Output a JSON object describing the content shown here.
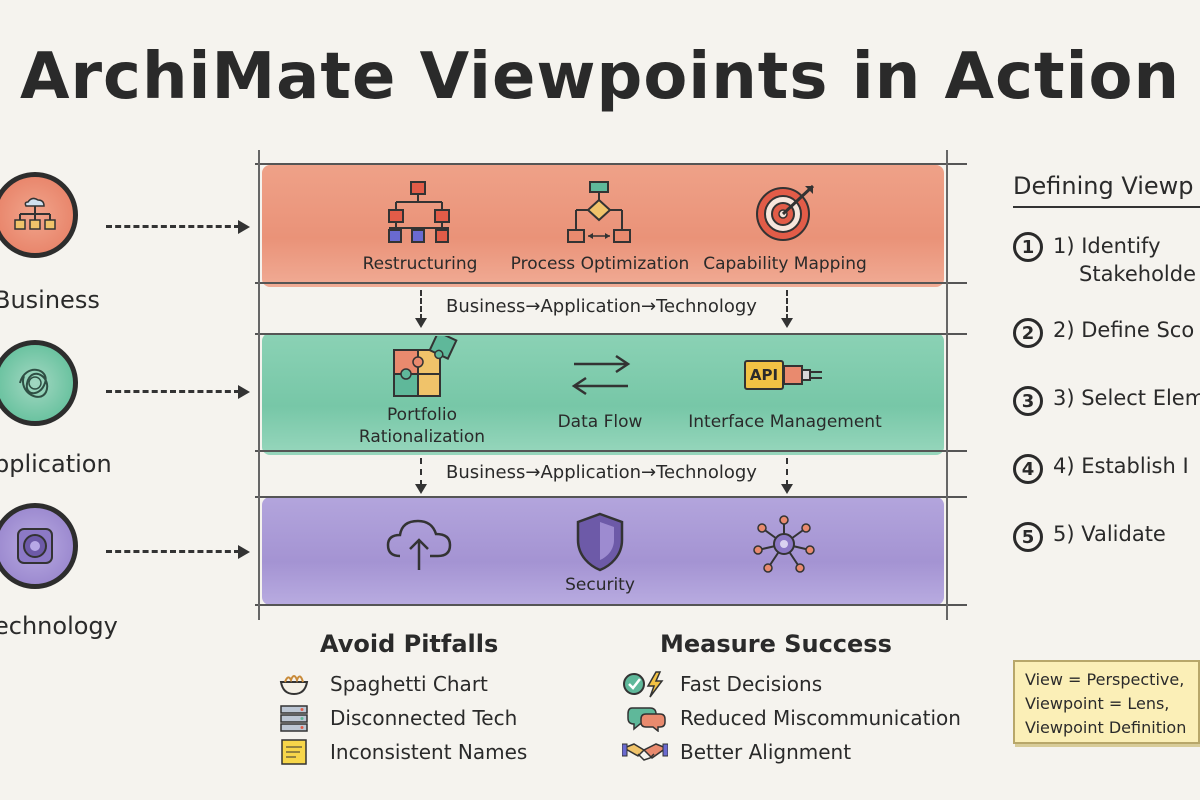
{
  "title": "ArchiMate Viewpoints in Action",
  "layers": [
    {
      "label": "Business",
      "color": "#e9876d"
    },
    {
      "label": "pplication",
      "color": "#6cc3a1"
    },
    {
      "label": "echnology",
      "color": "#9d8bd0"
    }
  ],
  "bands": {
    "business": {
      "items": [
        "Restructuring",
        "Process Optimization",
        "Capability Mapping"
      ],
      "icons": [
        "org-chart-icon",
        "flowchart-icon",
        "target-icon"
      ]
    },
    "application": {
      "items": [
        "Portfolio Rationalization",
        "Data Flow",
        "Interface Management"
      ],
      "item_lines": [
        [
          "Portfolio",
          "Rationalization"
        ]
      ],
      "icons": [
        "puzzle-icon",
        "swap-arrows-icon",
        "api-plug-icon"
      ],
      "api_text": "API"
    },
    "technology": {
      "items": [
        "Security"
      ],
      "icons": [
        "cloud-upload-icon",
        "shield-icon",
        "network-hub-icon"
      ]
    }
  },
  "flows": [
    "Business→Application→Technology",
    "Business→Application→Technology"
  ],
  "pitfalls": {
    "heading": "Avoid Pitfalls",
    "items": [
      {
        "text": "Spaghetti Chart",
        "icon": "spaghetti-bowl-icon"
      },
      {
        "text": "Disconnected Tech",
        "icon": "servers-icon"
      },
      {
        "text": "Inconsistent Names",
        "icon": "sticky-note-icon"
      }
    ]
  },
  "success": {
    "heading": "Measure Success",
    "items": [
      {
        "text": "Fast Decisions",
        "icon": "check-bolt-icon"
      },
      {
        "text": "Reduced Miscommunication",
        "icon": "speech-bubbles-icon"
      },
      {
        "text": "Better Alignment",
        "icon": "handshake-icon"
      }
    ]
  },
  "defining": {
    "heading": "Defining Viewp",
    "steps": [
      {
        "num": "1",
        "lines": [
          "1) Identify",
          "Stakeholde"
        ]
      },
      {
        "num": "2",
        "lines": [
          "2) Define Sco"
        ]
      },
      {
        "num": "3",
        "lines": [
          "3) Select Elem"
        ]
      },
      {
        "num": "4",
        "lines": [
          "4) Establish I"
        ]
      },
      {
        "num": "5",
        "lines": [
          "5) Validate"
        ]
      }
    ]
  },
  "note": {
    "lines": [
      "View = Perspective,",
      "Viewpoint = Lens,",
      "Viewpoint Definition"
    ]
  }
}
